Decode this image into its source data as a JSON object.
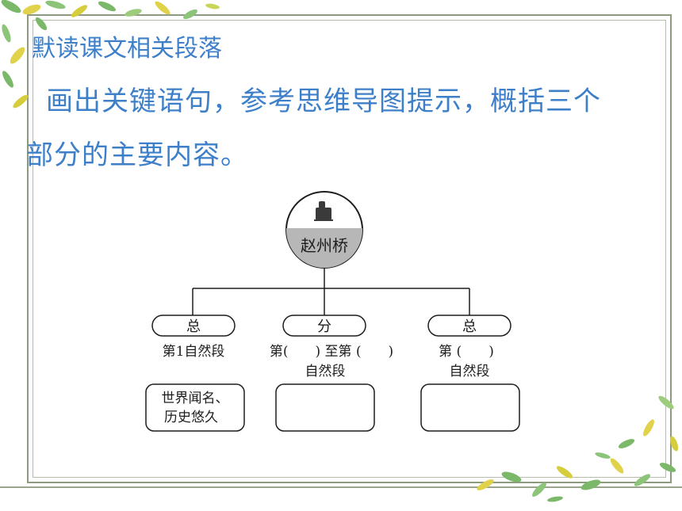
{
  "slide": {
    "title": "默读课文相关段落",
    "instruction_line1": "画出关键语句，参考思维导图提示，概括三个",
    "instruction_line2": "部分的主要内容。"
  },
  "diagram": {
    "center_label": "赵州桥",
    "branches": [
      {
        "tag": "总",
        "range_line1": "第1自然段",
        "range_line2": "",
        "box_line1": "世界闻名、",
        "box_line2": "历史悠久"
      },
      {
        "tag": "分",
        "range_line1": "第(　　) 至第 (　　)",
        "range_line2": "自然段",
        "box_line1": "",
        "box_line2": ""
      },
      {
        "tag": "总",
        "range_line1": "第 (　　)",
        "range_line2": "自然段",
        "box_line1": "",
        "box_line2": ""
      }
    ]
  },
  "colors": {
    "title": "#3d7fc9",
    "frame": "#8e9a80",
    "leaf_green": "#7cb86a",
    "leaf_yellow": "#e0d24a"
  }
}
